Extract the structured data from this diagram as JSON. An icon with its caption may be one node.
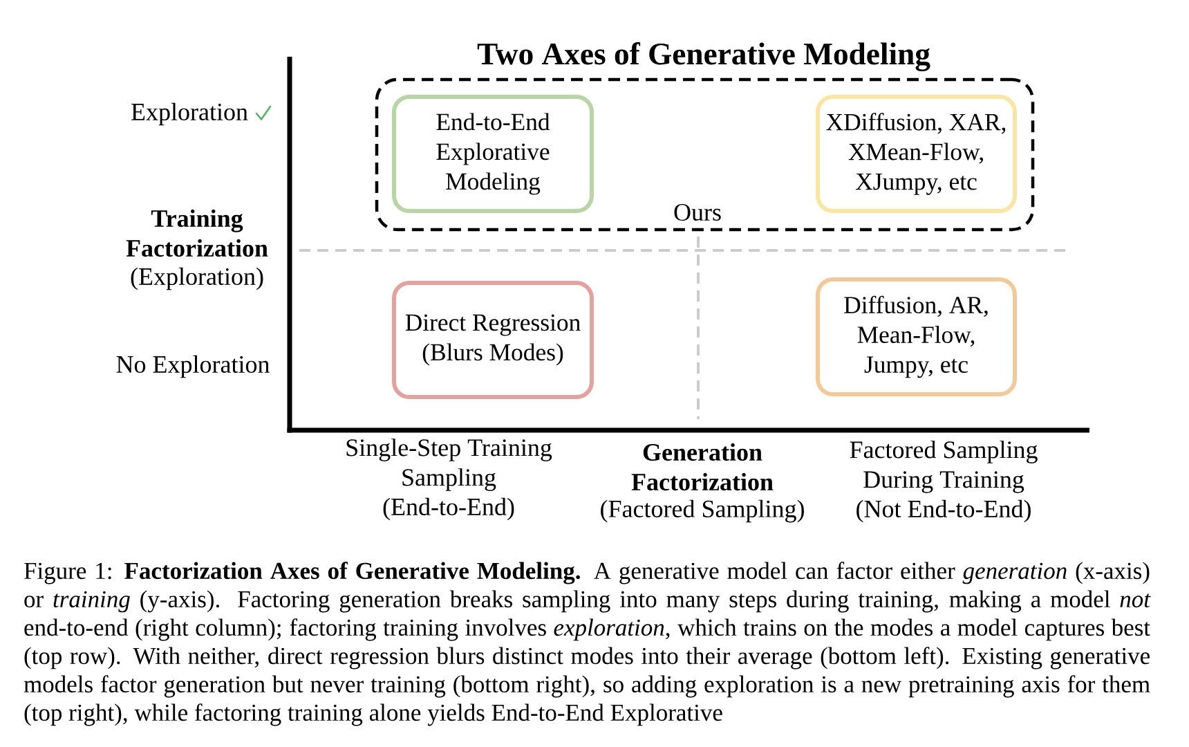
{
  "diagram": {
    "title": "Two Axes of Generative Modeling",
    "caption": "Figure 1: **Factorization Axes of Generative Modeling.** A generative model can factor either *generation* (x-axis) or *training* (y-axis). Factoring generation breaks sampling into many steps during training, making a model *not* end-to-end (right column); factoring training involves *exploration*, which trains on the modes a model captures best (top row). With neither, direct regression blurs distinct modes into their average (bottom left). Existing generative models factor generation but never training (bottom right), so adding exploration is a new pretraining axis for them (top right), while factoring training alone yields End-to-End Explorative",
    "nodes": [
      {
        "text": [
          "Ours"
        ]
      },
      {
        "text": [
          "End-to-End Explorative Modeling"
        ],
        "in": 0
      },
      {
        "text": [
          "XDiffusion, XAR, XMean-Flow, XJumpy, etc"
        ],
        "in": 0
      },
      {
        "text": [
          "Direct Regression (Blurs Modes)"
        ]
      },
      {
        "text": [
          "Diffusion, AR, Mean-Flow, Jumpy, etc"
        ]
      }
    ],
    "labels": [
      "Exploration",
      "Training Factorization",
      "(Exploration)",
      "No Exploration",
      "Single-Step Training Sampling",
      "(End-to-End)",
      "Generation Factorization",
      "(Factored Sampling)",
      "Factored Sampling During Training",
      "(Not End-to-End)"
    ]
  }
}
